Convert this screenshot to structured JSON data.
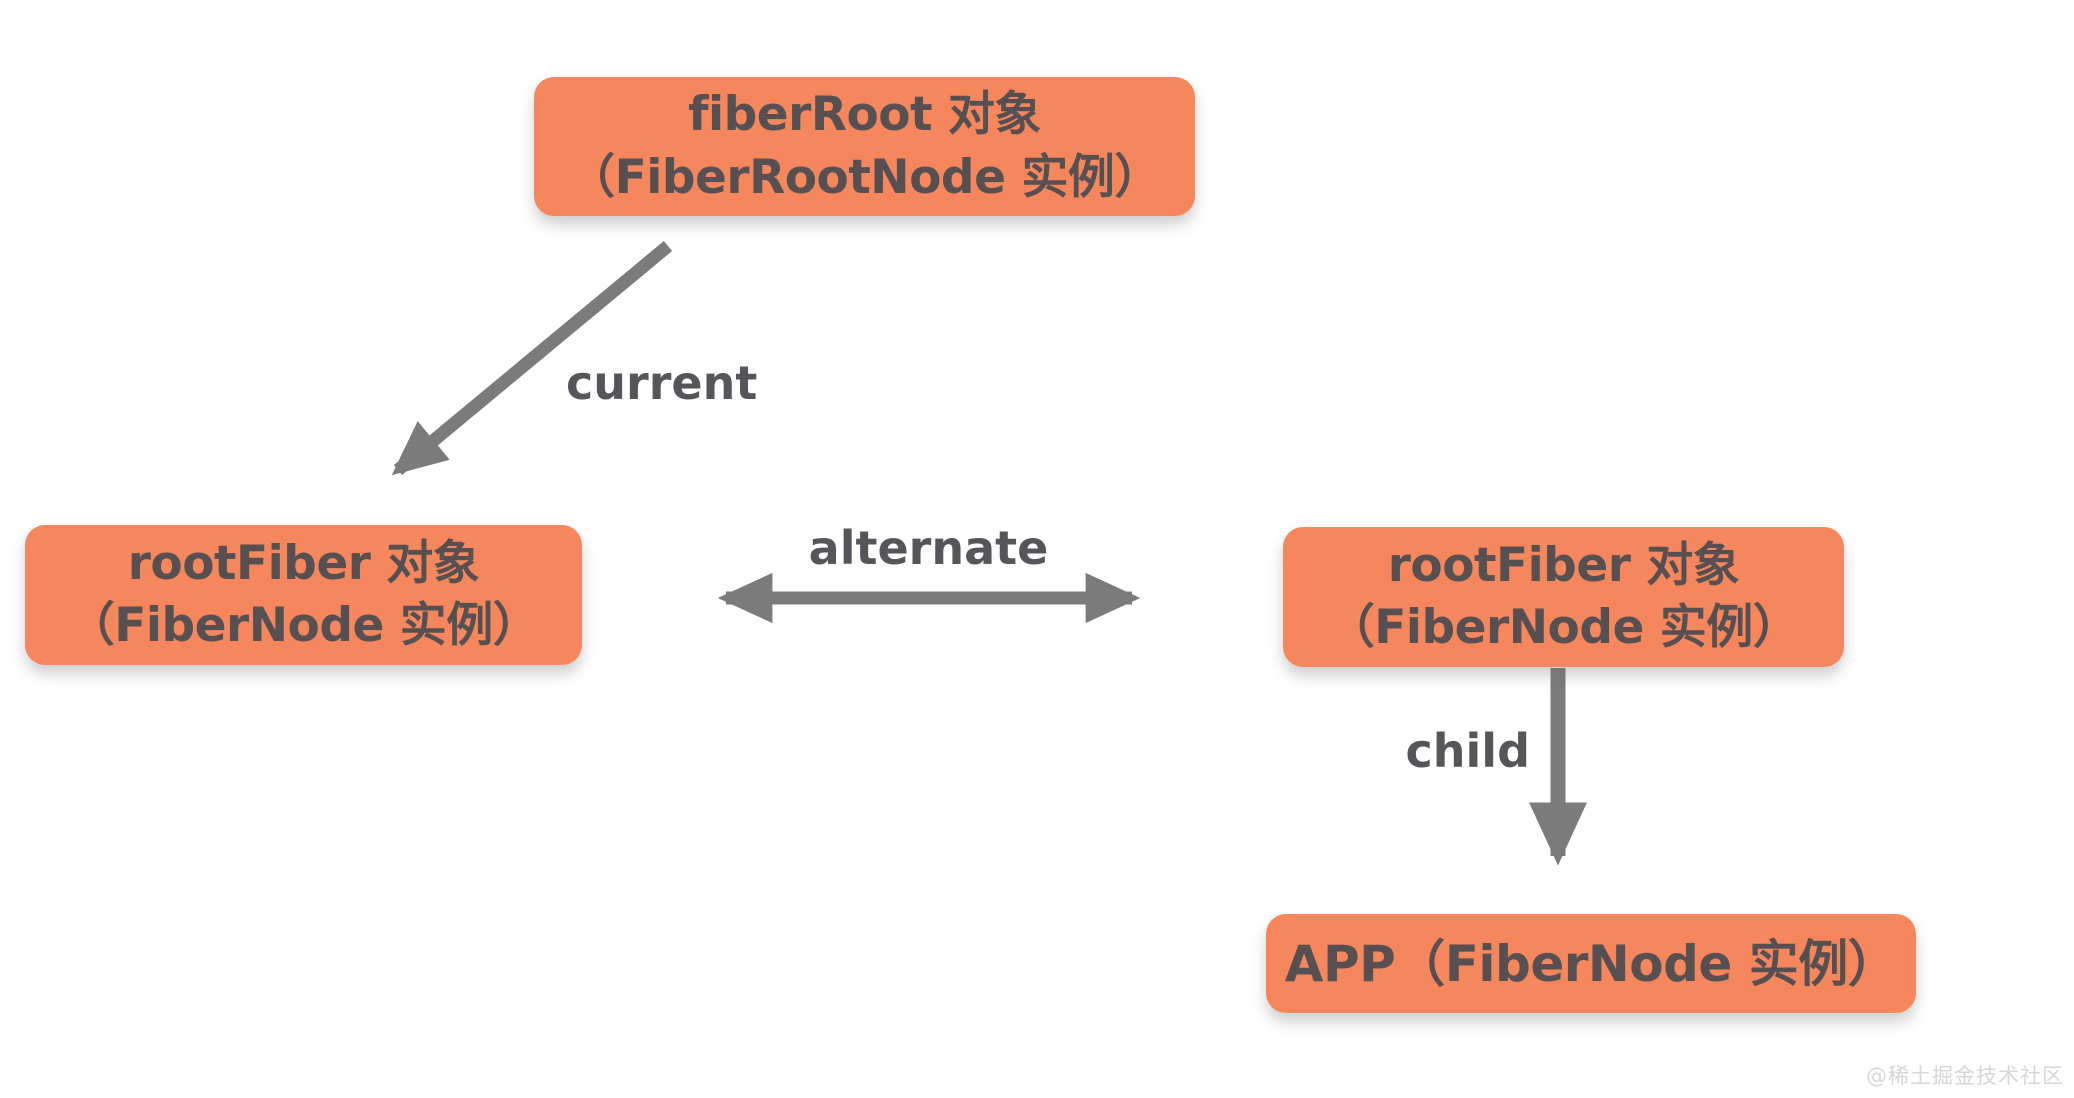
{
  "nodes": {
    "fiberRoot": {
      "lines": [
        "fiberRoot 对象",
        "（FiberRootNode 实例）"
      ]
    },
    "rootFiberLeft": {
      "lines": [
        "rootFiber 对象",
        "（FiberNode 实例）"
      ]
    },
    "rootFiberRight": {
      "lines": [
        "rootFiber 对象",
        "（FiberNode 实例）"
      ]
    },
    "app": {
      "lines": [
        "APP（FiberNode 实例）"
      ]
    }
  },
  "edges": {
    "current": {
      "label": "current"
    },
    "alternate": {
      "label": "alternate"
    },
    "child": {
      "label": "child"
    }
  },
  "watermark": {
    "text": "@稀土掘金技术社区"
  },
  "colors": {
    "background": "#FFFFFF",
    "node_fill": "#F6875D",
    "node_text": "#575052",
    "arrow": "#7B7B7B",
    "edge_label": "#56565A",
    "watermark": "#D6D6D6"
  }
}
